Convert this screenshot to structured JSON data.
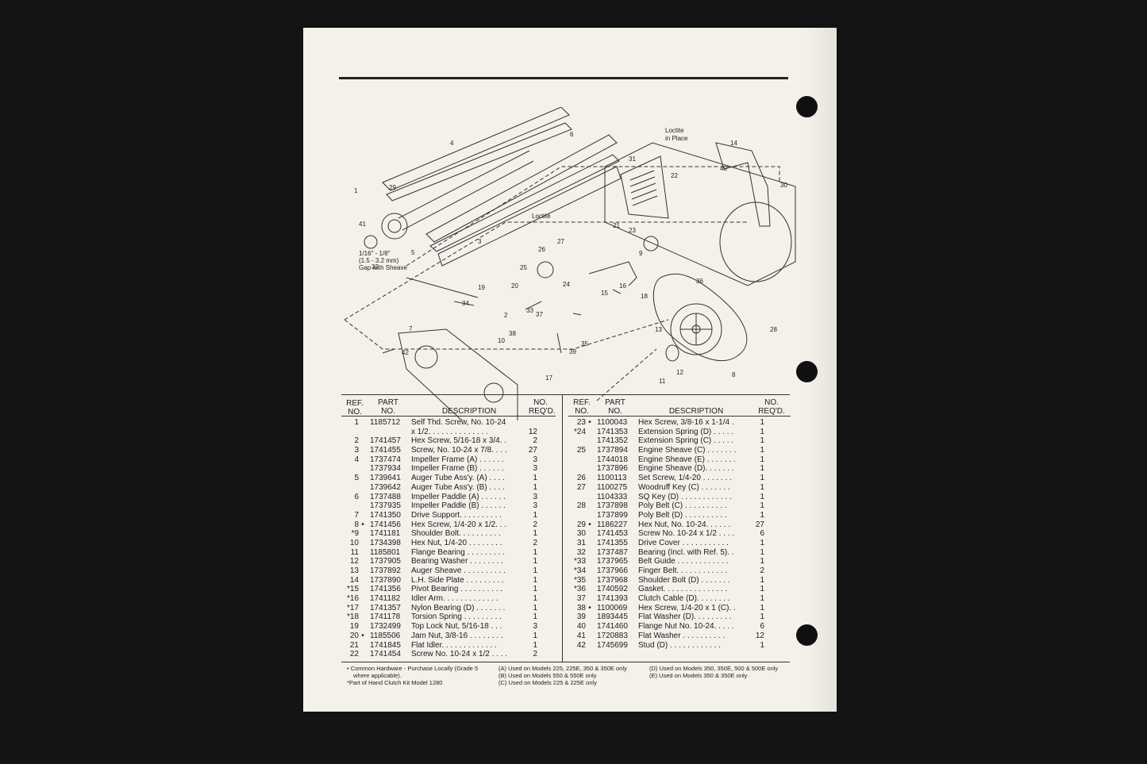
{
  "diagram": {
    "callouts": [
      "1",
      "2",
      "3",
      "4",
      "5",
      "6",
      "7",
      "8",
      "9",
      "10",
      "11",
      "12",
      "13",
      "14",
      "15",
      "16",
      "17",
      "18",
      "19",
      "20",
      "21",
      "22",
      "23",
      "24",
      "25",
      "26",
      "27",
      "28",
      "29",
      "30",
      "31",
      "32",
      "33",
      "34",
      "35",
      "36",
      "37",
      "38",
      "39",
      "40",
      "41",
      "42"
    ],
    "loctite_top": "Loctite",
    "in_place": "in Place",
    "loctite_mid": "Loctite",
    "gap_1": "1/16\" - 1/8\"",
    "gap_2": "(1.5 - 3.2 mm)",
    "gap_3": "Gap with Sheave"
  },
  "headers": {
    "ref": "REF.",
    "no": "NO.",
    "part": "PART",
    "part_no": "NO.",
    "description": "DESCRIPTION",
    "no_req": "NO.",
    "reqd": "REQ'D."
  },
  "left_rows": [
    {
      "ref": "1",
      "dot": "",
      "part": "1185712",
      "desc": "Self Thd. Screw, No. 10-24",
      "qty": ""
    },
    {
      "ref": "",
      "dot": "",
      "part": "",
      "desc": "x 1/2. . . . . . . . . . . . . .",
      "qty": "12"
    },
    {
      "ref": "2",
      "dot": "",
      "part": "1741457",
      "desc": "Hex Screw, 5/16-18 x 3/4. .",
      "qty": "2"
    },
    {
      "ref": "3",
      "dot": "",
      "part": "1741455",
      "desc": "Screw, No. 10-24 x 7/8. . . .",
      "qty": "27"
    },
    {
      "ref": "4",
      "dot": "",
      "part": "1737474",
      "desc": "Impeller Frame (A) . . . . . .",
      "qty": "3"
    },
    {
      "ref": "",
      "dot": "",
      "part": "1737934",
      "desc": "Impeller Frame (B) . . . . . .",
      "qty": "3"
    },
    {
      "ref": "5",
      "dot": "",
      "part": "1739641",
      "desc": "Auger Tube Ass'y. (A) . . . .",
      "qty": "1"
    },
    {
      "ref": "",
      "dot": "",
      "part": "1739642",
      "desc": "Auger Tube Ass'y. (B) . . . .",
      "qty": "1"
    },
    {
      "ref": "6",
      "dot": "",
      "part": "1737488",
      "desc": "Impeller Paddle (A) . . . . . .",
      "qty": "3"
    },
    {
      "ref": "",
      "dot": "",
      "part": "1737935",
      "desc": "Impeller Paddle (B) . . . . . .",
      "qty": "3"
    },
    {
      "ref": "7",
      "dot": "",
      "part": "1741350",
      "desc": "Drive Support. . . . . . . . . .",
      "qty": "1"
    },
    {
      "ref": "8",
      "dot": "•",
      "part": "1741456",
      "desc": "Hex Screw, 1/4-20 x 1/2. . .",
      "qty": "2"
    },
    {
      "ref": "*9",
      "dot": "",
      "part": "1741181",
      "desc": "Shoulder Bolt. . . . . . . . . .",
      "qty": "1"
    },
    {
      "ref": "10",
      "dot": "",
      "part": "1734398",
      "desc": "Hex Nut, 1/4-20 . . . . . . . .",
      "qty": "2"
    },
    {
      "ref": "11",
      "dot": "",
      "part": "1185801",
      "desc": "Flange Bearing . . . . . . . . .",
      "qty": "1"
    },
    {
      "ref": "12",
      "dot": "",
      "part": "1737905",
      "desc": "Bearing Washer . . . . . . . .",
      "qty": "1"
    },
    {
      "ref": "13",
      "dot": "",
      "part": "1737892",
      "desc": "Auger Sheave . . . . . . . . . .",
      "qty": "1"
    },
    {
      "ref": "14",
      "dot": "",
      "part": "1737890",
      "desc": "L.H. Side Plate . . . . . . . . .",
      "qty": "1"
    },
    {
      "ref": "*15",
      "dot": "",
      "part": "1741356",
      "desc": "Pivot Bearing . . . . . . . . . .",
      "qty": "1"
    },
    {
      "ref": "*16",
      "dot": "",
      "part": "1741182",
      "desc": "Idler Arm. . . . . . . . . . . . .",
      "qty": "1"
    },
    {
      "ref": "*17",
      "dot": "",
      "part": "1741357",
      "desc": "Nylon Bearing (D) . . . . . . .",
      "qty": "1"
    },
    {
      "ref": "*18",
      "dot": "",
      "part": "1741178",
      "desc": "Torsion Spring . . . . . . . . .",
      "qty": "1"
    },
    {
      "ref": "19",
      "dot": "",
      "part": "1732499",
      "desc": "Top Lock Nut, 5/16-18 . . .",
      "qty": "3"
    },
    {
      "ref": "20",
      "dot": "•",
      "part": "1185506",
      "desc": "Jam Nut, 3/8-16 . . . . . . . .",
      "qty": "1"
    },
    {
      "ref": "21",
      "dot": "",
      "part": "1741845",
      "desc": "Flat Idler. . . . . . . . . . . . .",
      "qty": "1"
    },
    {
      "ref": "22",
      "dot": "",
      "part": "1741454",
      "desc": "Screw No. 10-24 x 1/2 . . . .",
      "qty": "2"
    }
  ],
  "right_rows": [
    {
      "ref": "23",
      "dot": "•",
      "part": "1100043",
      "desc": "Hex Screw, 3/8-16 x 1-1/4 .",
      "qty": "1"
    },
    {
      "ref": "*24",
      "dot": "",
      "part": "1741353",
      "desc": "Extension Spring (D) . . . . .",
      "qty": "1"
    },
    {
      "ref": "",
      "dot": "",
      "part": "1741352",
      "desc": "Extension Spring (C) . . . . .",
      "qty": "1"
    },
    {
      "ref": "25",
      "dot": "",
      "part": "1737894",
      "desc": "Engine Sheave (C) . . . . . . .",
      "qty": "1"
    },
    {
      "ref": "",
      "dot": "",
      "part": "1744018",
      "desc": "Engine Sheave (E) . . . . . . .",
      "qty": "1"
    },
    {
      "ref": "",
      "dot": "",
      "part": "1737896",
      "desc": "Engine Sheave (D). . . . . . .",
      "qty": "1"
    },
    {
      "ref": "26",
      "dot": "",
      "part": "1100113",
      "desc": "Set Screw, 1/4-20 . . . . . . .",
      "qty": "1"
    },
    {
      "ref": "27",
      "dot": "",
      "part": "1100275",
      "desc": "Woodruff Key (C) . . . . . . .",
      "qty": "1"
    },
    {
      "ref": "",
      "dot": "",
      "part": "1104333",
      "desc": "SQ Key (D) . . . . . . . . . . . .",
      "qty": "1"
    },
    {
      "ref": "28",
      "dot": "",
      "part": "1737898",
      "desc": "Poly Belt (C) . . . . . . . . . .",
      "qty": "1"
    },
    {
      "ref": "",
      "dot": "",
      "part": "1737899",
      "desc": "Poly Belt (D) . . . . . . . . . .",
      "qty": "1"
    },
    {
      "ref": "29",
      "dot": "•",
      "part": "1186227",
      "desc": "Hex Nut, No. 10-24. . . . . .",
      "qty": "27"
    },
    {
      "ref": "30",
      "dot": "",
      "part": "1741453",
      "desc": "Screw No. 10-24 x 1/2 . . . .",
      "qty": "6"
    },
    {
      "ref": "31",
      "dot": "",
      "part": "1741355",
      "desc": "Drive Cover . . . . . . . . . . .",
      "qty": "1"
    },
    {
      "ref": "32",
      "dot": "",
      "part": "1737487",
      "desc": "Bearing (Incl. with Ref. 5). .",
      "qty": "1"
    },
    {
      "ref": "*33",
      "dot": "",
      "part": "1737965",
      "desc": "Belt Guide . . . . . . . . . . . .",
      "qty": "1"
    },
    {
      "ref": "*34",
      "dot": "",
      "part": "1737966",
      "desc": "Finger Belt. . . . . . . . . . . .",
      "qty": "2"
    },
    {
      "ref": "*35",
      "dot": "",
      "part": "1737968",
      "desc": "Shoulder Bolt (D) . . . . . . .",
      "qty": "1"
    },
    {
      "ref": "*36",
      "dot": "",
      "part": "1740592",
      "desc": "Gasket. . . . . . . . . . . . . . .",
      "qty": "1"
    },
    {
      "ref": "37",
      "dot": "",
      "part": "1741393",
      "desc": "Clutch Cable (D). . . . . . . .",
      "qty": "1"
    },
    {
      "ref": "38",
      "dot": "•",
      "part": "1100069",
      "desc": "Hex Screw, 1/4-20 x 1 (C). .",
      "qty": "1"
    },
    {
      "ref": "39",
      "dot": "",
      "part": "1893445",
      "desc": "Flat Washer (D). . . . . . . . .",
      "qty": "1"
    },
    {
      "ref": "40",
      "dot": "",
      "part": "1741460",
      "desc": "Flange Nut No. 10-24. . . . .",
      "qty": "6"
    },
    {
      "ref": "41",
      "dot": "",
      "part": "1720883",
      "desc": "Flat Washer . . . . . . . . . .",
      "qty": "12"
    },
    {
      "ref": "42",
      "dot": "",
      "part": "1745699",
      "desc": "Stud (D) . . . . . . . . . . . .",
      "qty": "1"
    }
  ],
  "footnotes": {
    "common_1": "• Common Hardware - Purchase Locally (Grade 5",
    "common_2": "where applicable).",
    "kit": "*Part of Hand Clutch Kit Model 1280",
    "a": "(A) Used on Models 225, 225E, 350 & 350E only",
    "b": "(B) Used on Models 550 & 550E only",
    "c": "(C) Used on Models 225 & 225E only",
    "d": "(D) Used on Models 350, 350E, 500 & 500E only",
    "e": "(E) Used on Models 350 & 350E only"
  }
}
